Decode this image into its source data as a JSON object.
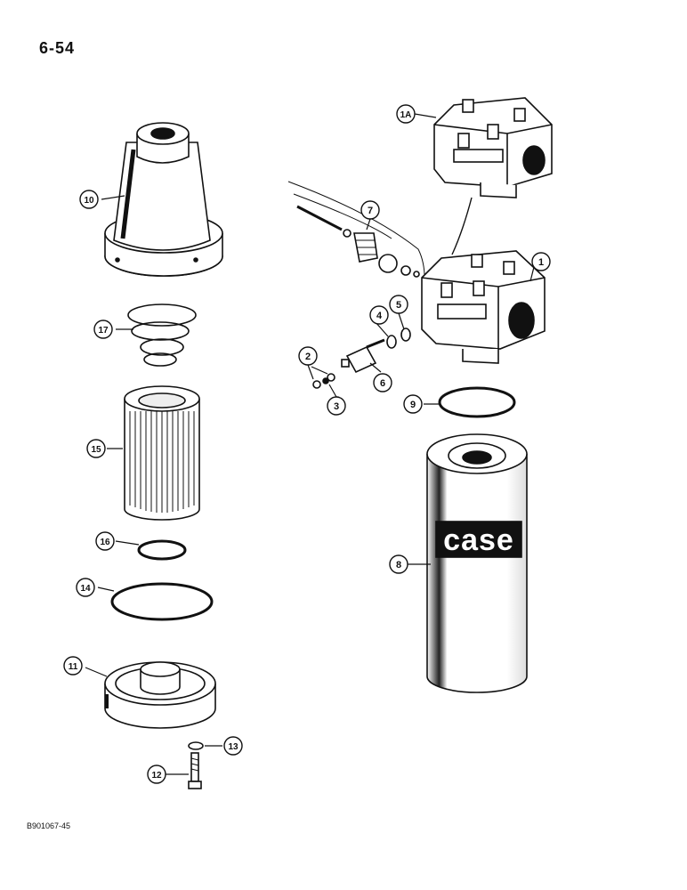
{
  "page": {
    "number": "6-54",
    "figure_code": "B901067-45"
  },
  "brand": {
    "logo_text": "case"
  },
  "callouts": [
    "1A",
    "1",
    "2",
    "3",
    "4",
    "5",
    "6",
    "7",
    "8",
    "9",
    "10",
    "11",
    "12",
    "13",
    "14",
    "15",
    "16",
    "17"
  ],
  "colors": {
    "ink": "#111111",
    "paper": "#ffffff"
  }
}
